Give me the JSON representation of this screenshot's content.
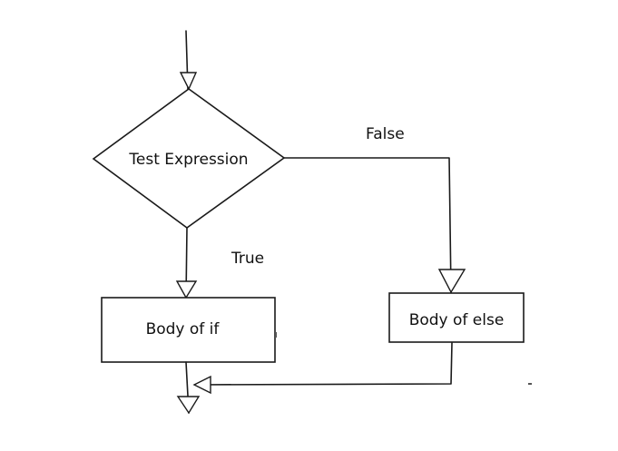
{
  "nodes": {
    "decision": "Test Expression",
    "if_body": "Body of if",
    "else_body": "Body of else"
  },
  "edges": {
    "true_label": "True",
    "false_label": "False"
  }
}
